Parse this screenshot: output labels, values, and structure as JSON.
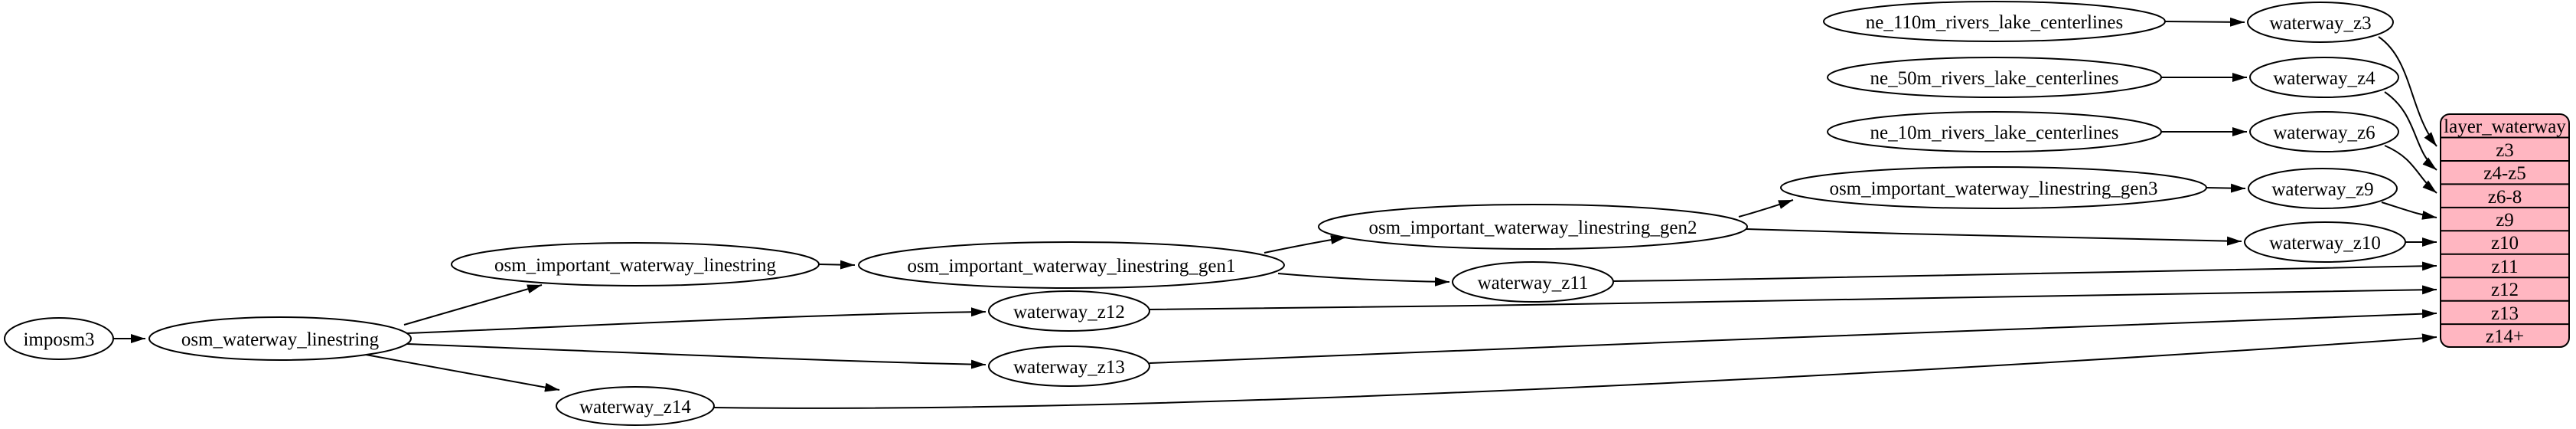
{
  "nodes": {
    "imposm3": "imposm3",
    "osm_waterway_linestring": "osm_waterway_linestring",
    "osm_important_waterway_linestring": "osm_important_waterway_linestring",
    "osm_important_waterway_linestring_gen1": "osm_important_waterway_linestring_gen1",
    "osm_important_waterway_linestring_gen2": "osm_important_waterway_linestring_gen2",
    "osm_important_waterway_linestring_gen3": "osm_important_waterway_linestring_gen3",
    "ne_110m_rivers_lake_centerlines": "ne_110m_rivers_lake_centerlines",
    "ne_50m_rivers_lake_centerlines": "ne_50m_rivers_lake_centerlines",
    "ne_10m_rivers_lake_centerlines": "ne_10m_rivers_lake_centerlines",
    "waterway_z3": "waterway_z3",
    "waterway_z4": "waterway_z4",
    "waterway_z6": "waterway_z6",
    "waterway_z9": "waterway_z9",
    "waterway_z10": "waterway_z10",
    "waterway_z11": "waterway_z11",
    "waterway_z12": "waterway_z12",
    "waterway_z13": "waterway_z13",
    "waterway_z14": "waterway_z14"
  },
  "record": {
    "title": "layer_waterway",
    "rows": [
      "z3",
      "z4-z5",
      "z6-8",
      "z9",
      "z10",
      "z11",
      "z12",
      "z13",
      "z14+"
    ]
  },
  "edges": [
    [
      "imposm3",
      "osm_waterway_linestring"
    ],
    [
      "osm_waterway_linestring",
      "osm_important_waterway_linestring"
    ],
    [
      "osm_waterway_linestring",
      "waterway_z12"
    ],
    [
      "osm_waterway_linestring",
      "waterway_z13"
    ],
    [
      "osm_waterway_linestring",
      "waterway_z14"
    ],
    [
      "osm_important_waterway_linestring",
      "osm_important_waterway_linestring_gen1"
    ],
    [
      "osm_important_waterway_linestring_gen1",
      "osm_important_waterway_linestring_gen2"
    ],
    [
      "osm_important_waterway_linestring_gen1",
      "waterway_z11"
    ],
    [
      "osm_important_waterway_linestring_gen2",
      "osm_important_waterway_linestring_gen3"
    ],
    [
      "osm_important_waterway_linestring_gen2",
      "waterway_z10"
    ],
    [
      "osm_important_waterway_linestring_gen3",
      "waterway_z9"
    ],
    [
      "ne_110m_rivers_lake_centerlines",
      "waterway_z3"
    ],
    [
      "ne_50m_rivers_lake_centerlines",
      "waterway_z4"
    ],
    [
      "ne_10m_rivers_lake_centerlines",
      "waterway_z6"
    ],
    [
      "waterway_z3",
      "layer_waterway.z3"
    ],
    [
      "waterway_z4",
      "layer_waterway.z4-z5"
    ],
    [
      "waterway_z6",
      "layer_waterway.z6-8"
    ],
    [
      "waterway_z9",
      "layer_waterway.z9"
    ],
    [
      "waterway_z10",
      "layer_waterway.z10"
    ],
    [
      "waterway_z11",
      "layer_waterway.z11"
    ],
    [
      "waterway_z12",
      "layer_waterway.z12"
    ],
    [
      "waterway_z13",
      "layer_waterway.z13"
    ],
    [
      "waterway_z14",
      "layer_waterway.z14+"
    ]
  ],
  "colors": {
    "node_fill": "#ffffff",
    "record_fill": "#ffb6c1",
    "stroke": "#000000"
  }
}
